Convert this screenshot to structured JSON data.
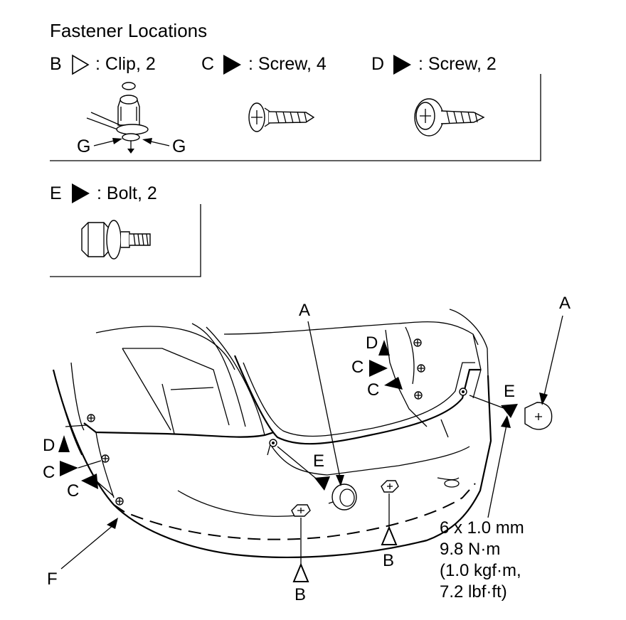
{
  "title": "Fastener Locations",
  "legend": {
    "clip": {
      "letter": "B",
      "text": ": Clip, 2"
    },
    "screw_c": {
      "letter": "C",
      "text": ": Screw, 4"
    },
    "screw_d": {
      "letter": "D",
      "text": ": Screw, 2"
    },
    "bolt": {
      "letter": "E",
      "text": ": Bolt, 2"
    },
    "clip_tool": {
      "left": "G",
      "right": "G"
    }
  },
  "callouts": {
    "a_center": "A",
    "a_right": "A",
    "d_upper": "D",
    "c_upper1": "C",
    "c_upper2": "C",
    "e_right": "E",
    "d_left": "D",
    "c_left1": "C",
    "c_left2": "C",
    "e_mid": "E",
    "b_right": "B",
    "b_left": "B",
    "f": "F"
  },
  "torque_spec": [
    "6 x 1.0 mm",
    "9.8 N·m",
    "(1.0 kgf·m,",
    "7.2 lbf·ft)"
  ]
}
